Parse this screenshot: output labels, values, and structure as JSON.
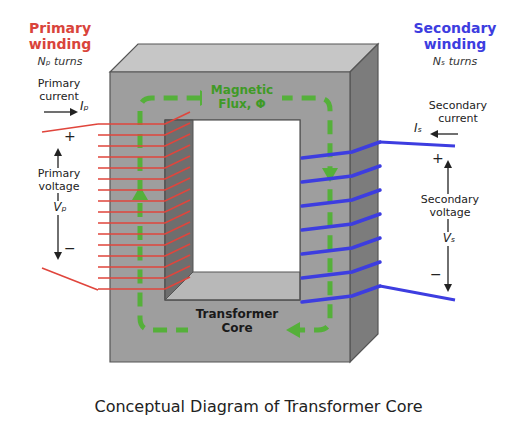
{
  "diagram": {
    "caption": "Conceptual Diagram of Transformer Core",
    "labels": [
      "Primary winding",
      "Nₚ turns",
      "Primary current",
      "Iₚ",
      "+",
      "Primary voltage",
      "Vₚ",
      "−",
      "Magnetic Flux, Φ",
      "Transformer Core",
      "Secondary winding",
      "Nₛ turns",
      "Secondary current",
      "Iₛ",
      "+",
      "Secondary voltage",
      "Vₛ",
      "−"
    ]
  }
}
